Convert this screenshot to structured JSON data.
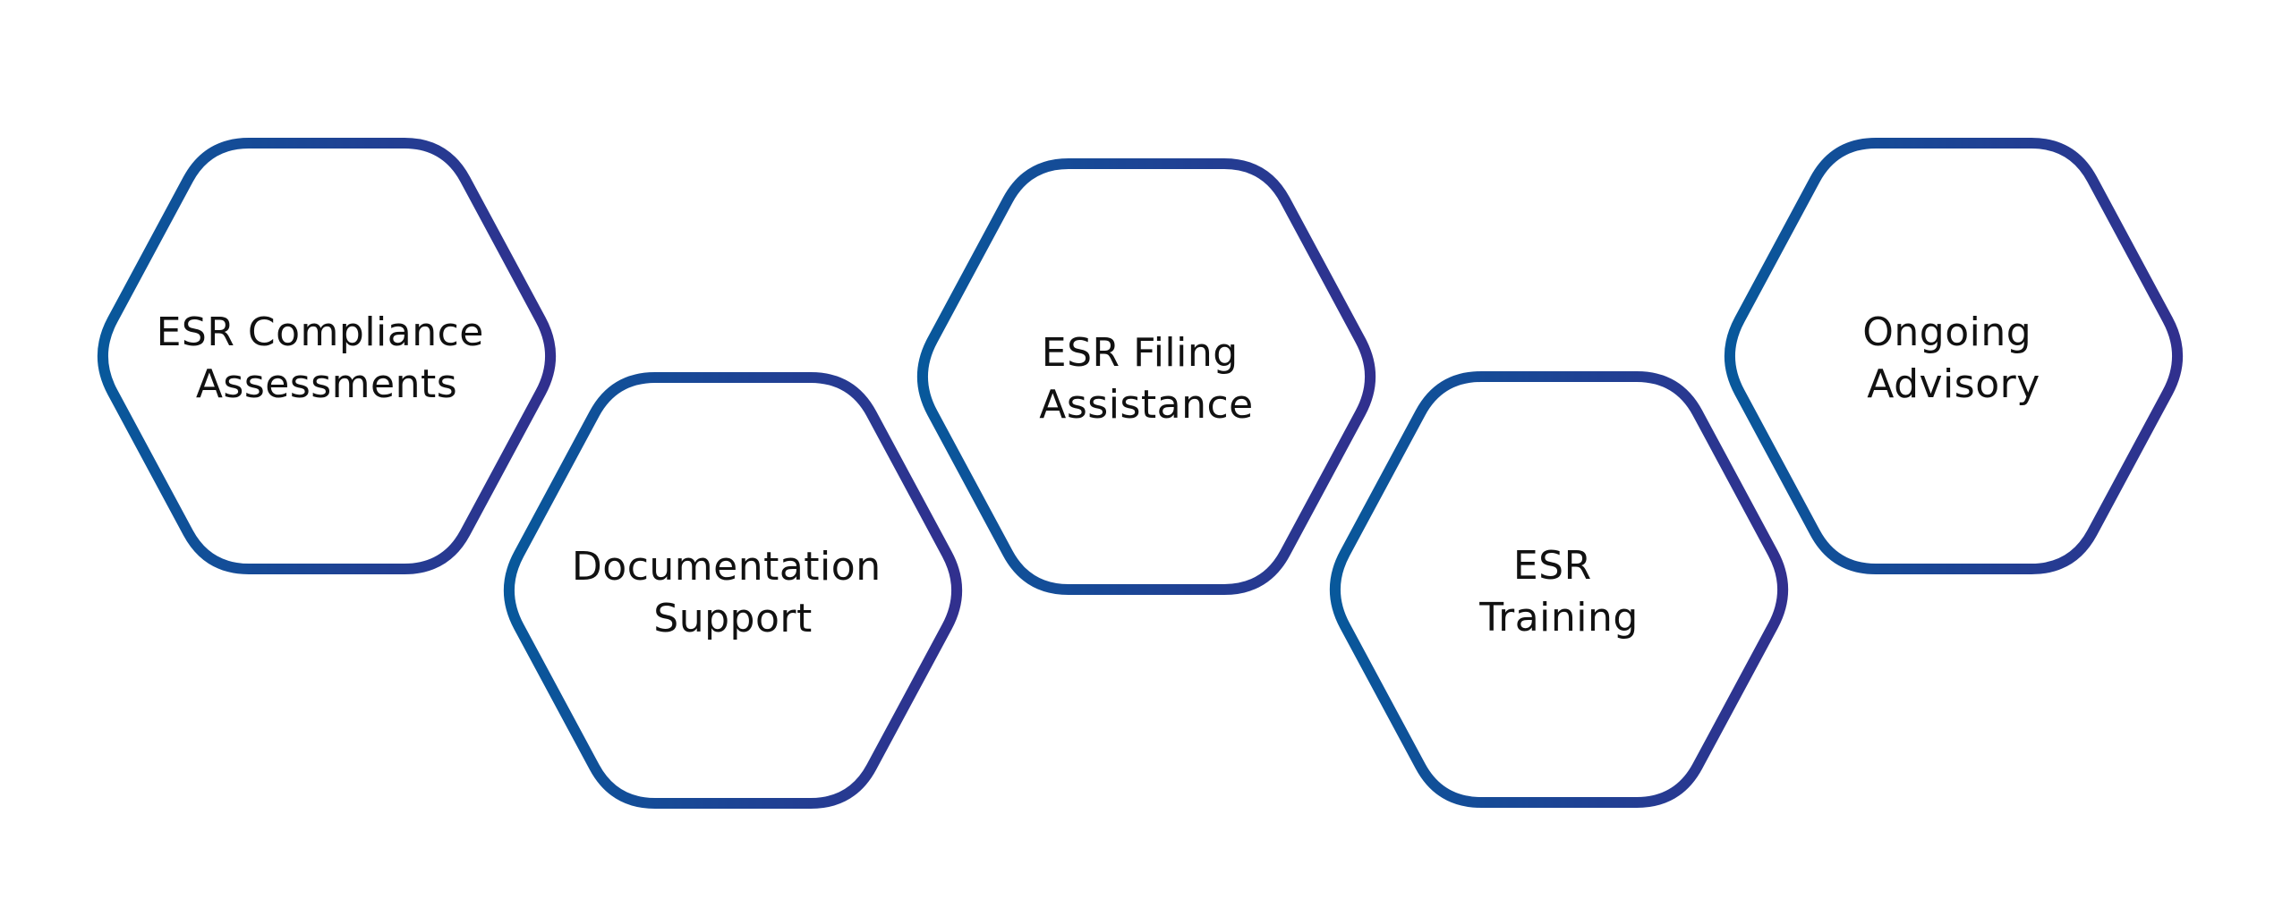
{
  "diagram": {
    "title": "ESR Services",
    "stroke_gradient": {
      "start": "#08589B",
      "end": "#31308E"
    },
    "text_color": "#111111",
    "items": [
      {
        "lines": [
          "ESR Compliance",
          "Assessments"
        ]
      },
      {
        "lines": [
          "Documentation",
          "Support"
        ]
      },
      {
        "lines": [
          "ESR Filing",
          "Assistance"
        ]
      },
      {
        "lines": [
          "ESR",
          "Training"
        ]
      },
      {
        "lines": [
          "Ongoing",
          "Advisory"
        ]
      }
    ]
  }
}
